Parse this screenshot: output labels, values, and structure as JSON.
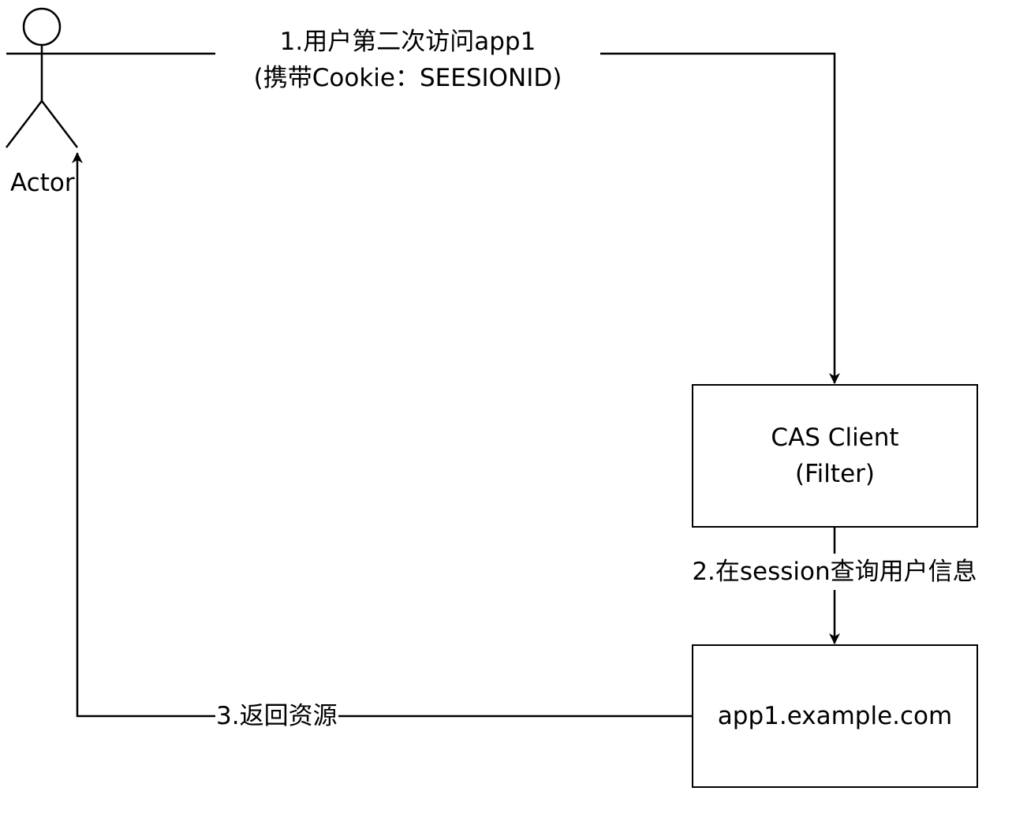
{
  "actor": {
    "label": "Actor"
  },
  "nodes": {
    "cas_client": {
      "line1": "CAS Client",
      "line2": "(Filter)"
    },
    "app1": {
      "label": "app1.example.com"
    }
  },
  "edges": {
    "step1": {
      "line1": "1.用户第二次访问app1",
      "line2": "(携带Cookie：SEESIONID)"
    },
    "step2": {
      "label": "2.在session查询用户信息"
    },
    "step3": {
      "label": "3.返回资源"
    }
  },
  "colors": {
    "stroke": "#000000",
    "background": "#ffffff"
  }
}
